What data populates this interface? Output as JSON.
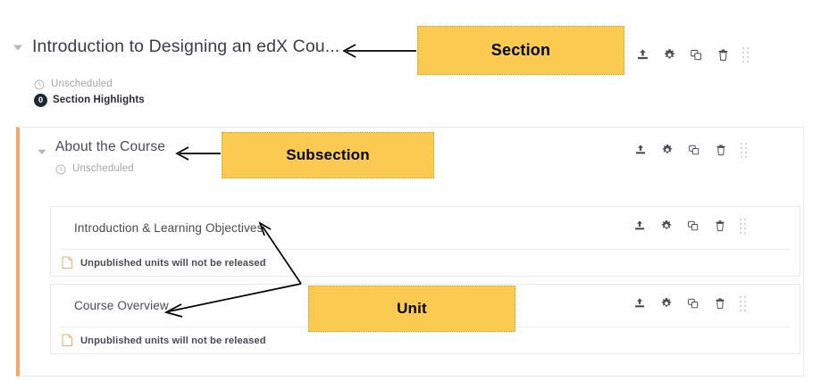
{
  "section": {
    "title": "Introduction to Designing an edX Cou...",
    "caret_icon": "chevron-down-icon",
    "meta": {
      "schedule_icon": "clock-icon",
      "schedule_label": "Unscheduled",
      "highlights_count": "0",
      "highlights_label": "Section Highlights"
    },
    "actions": [
      {
        "name": "publish-icon",
        "label": "Publish"
      },
      {
        "name": "gear-icon",
        "label": "Configure"
      },
      {
        "name": "copy-icon",
        "label": "Duplicate"
      },
      {
        "name": "trash-icon",
        "label": "Delete"
      },
      {
        "name": "drag-handle-icon",
        "label": "Drag to reorder"
      }
    ]
  },
  "subsection": {
    "title": "About the Course",
    "caret_icon": "chevron-down-icon",
    "meta": {
      "schedule_icon": "clock-icon",
      "schedule_label": "Unscheduled"
    },
    "actions": [
      {
        "name": "publish-icon",
        "label": "Publish"
      },
      {
        "name": "gear-icon",
        "label": "Configure"
      },
      {
        "name": "copy-icon",
        "label": "Duplicate"
      },
      {
        "name": "trash-icon",
        "label": "Delete"
      },
      {
        "name": "drag-handle-icon",
        "label": "Drag to reorder"
      }
    ]
  },
  "units": [
    {
      "title": "Introduction & Learning Objectives",
      "status_icon": "file-icon",
      "status_text": "Unpublished units will not be released",
      "actions": [
        {
          "name": "publish-icon",
          "label": "Publish"
        },
        {
          "name": "gear-icon",
          "label": "Configure"
        },
        {
          "name": "copy-icon",
          "label": "Duplicate"
        },
        {
          "name": "trash-icon",
          "label": "Delete"
        },
        {
          "name": "drag-handle-icon",
          "label": "Drag to reorder"
        }
      ]
    },
    {
      "title": "Course Overview",
      "status_icon": "file-icon",
      "status_text": "Unpublished units will not be released",
      "actions": [
        {
          "name": "publish-icon",
          "label": "Publish"
        },
        {
          "name": "gear-icon",
          "label": "Configure"
        },
        {
          "name": "copy-icon",
          "label": "Duplicate"
        },
        {
          "name": "trash-icon",
          "label": "Delete"
        },
        {
          "name": "drag-handle-icon",
          "label": "Drag to reorder"
        }
      ]
    }
  ],
  "callouts": {
    "section": "Section",
    "subsection": "Subsection",
    "unit": "Unit"
  },
  "colors": {
    "callout_background": "#fbca50",
    "callout_border": "#c8a23e",
    "unpublished_accent": "#f2a966",
    "badge_background": "#1d2733",
    "title_text": "#4a4a52",
    "muted_text": "#a5a5a5",
    "card_border": "#e9e9e9",
    "icon": "#6b6b73",
    "arrow": "#000000"
  }
}
